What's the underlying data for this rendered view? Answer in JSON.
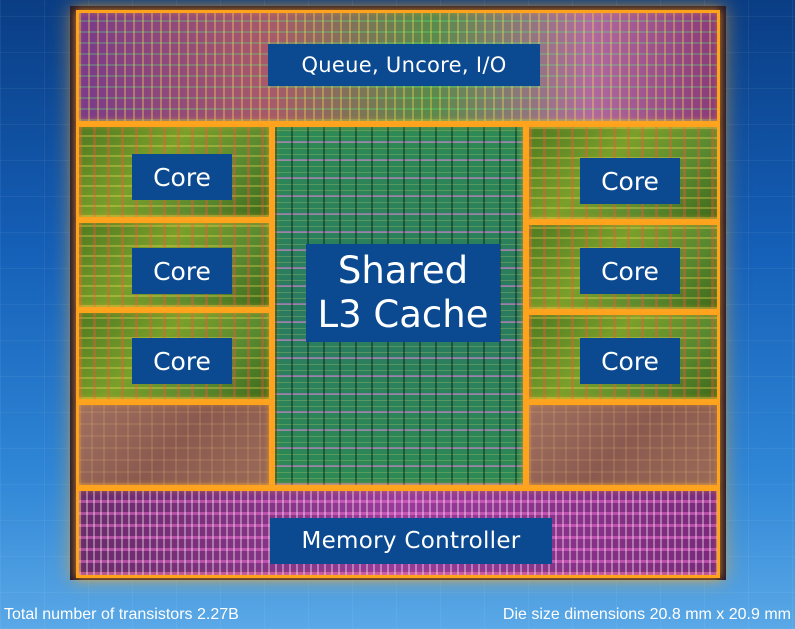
{
  "diagram": {
    "uncore": {
      "label": "Queue, Uncore, I/O"
    },
    "cores": [
      {
        "label": "Core"
      },
      {
        "label": "Core"
      },
      {
        "label": "Core"
      },
      {
        "label": "Core"
      },
      {
        "label": "Core"
      },
      {
        "label": "Core"
      }
    ],
    "cache": {
      "line1": "Shared",
      "line2": "L3 Cache"
    },
    "memory": {
      "label": "Memory Controller"
    }
  },
  "footer": {
    "transistors": "Total number of transistors 2.27B",
    "die_size": "Die size dimensions 20.8 mm x 20.9 mm"
  },
  "colors": {
    "region_border": "#ffa21c",
    "label_background": "#0b4a91",
    "label_text": "#ffffff"
  }
}
